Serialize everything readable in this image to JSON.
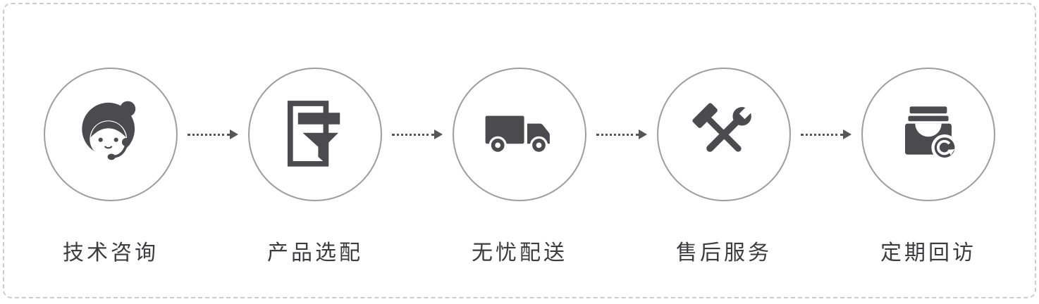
{
  "steps": [
    {
      "label": "技术咨询",
      "icon": "support-agent"
    },
    {
      "label": "产品选配",
      "icon": "product-filter"
    },
    {
      "label": "无忧配送",
      "icon": "delivery-truck"
    },
    {
      "label": "售后服务",
      "icon": "repair-tools"
    },
    {
      "label": "定期回访",
      "icon": "archive-return"
    }
  ],
  "colors": {
    "icon": "#4a4a4f",
    "circle_border": "#9d9d9d",
    "label": "#3c3c40",
    "connector": "#55555a",
    "container_border": "#cccccc",
    "background": "#ffffff"
  }
}
